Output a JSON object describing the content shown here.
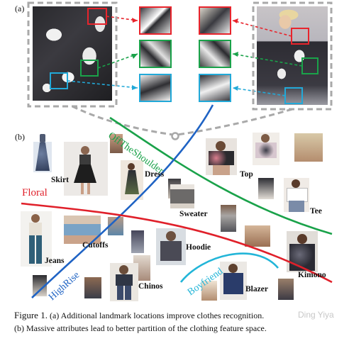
{
  "panel_a": {
    "label": "(a)"
  },
  "panel_b": {
    "label": "(b)",
    "curve_labels": {
      "off_the_shoulder": "OffTheShoulder",
      "floral": "Floral",
      "high_rise": "HighRise",
      "boyfriend": "Boyfriend"
    },
    "curve_colors": {
      "off_the_shoulder": "#1aa24a",
      "floral": "#e0202a",
      "high_rise": "#1f63c4",
      "boyfriend": "#22b5d8"
    },
    "category_labels": {
      "skirt": "Skirt",
      "dress": "Dress",
      "top": "Top",
      "tee": "Tee",
      "sweater": "Sweater",
      "jeans": "Jeans",
      "cutoffs": "Cutoffs",
      "hoodie": "Hoodie",
      "kimono": "Kimono",
      "chinos": "Chinos",
      "blazer": "Blazer"
    }
  },
  "caption": {
    "figure_number": "Figure 1.",
    "line1": "(a) Additional landmark locations improve clothes recognition.",
    "line2": "(b) Massive attributes lead to better partition of the clothing feature space."
  },
  "watermark": "Ding Yiya",
  "colors": {
    "red_box": "#e8242c",
    "green_box": "#1aa24a",
    "cyan_box": "#22a9d8",
    "dashed_gray": "#a9a9a9"
  }
}
